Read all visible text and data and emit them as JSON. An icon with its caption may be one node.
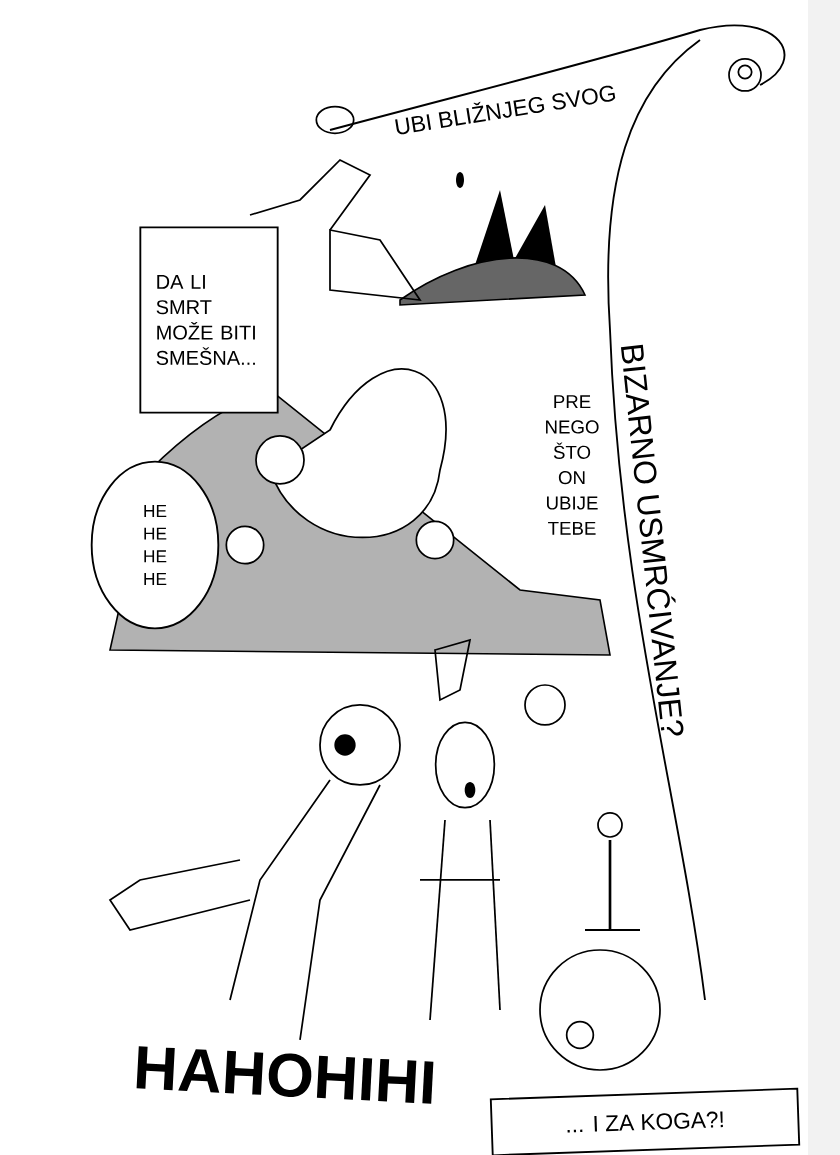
{
  "diagram": {
    "nodes": [
      {
        "text": [
          "DA LI SMRT MOŽE BITI SMEŠNA..."
        ]
      },
      {
        "text": [
          "HE HE HE HE"
        ]
      },
      {
        "text": [
          "... I ZA KOGA?!"
        ]
      }
    ],
    "labels": [
      "UBI BLIŽNJEG SVOG",
      "BIZARNO USMRĆIVANJE?",
      "PRE NEGO ŠTO ON UBIJE TEBE",
      "HAHOHIHI"
    ]
  }
}
